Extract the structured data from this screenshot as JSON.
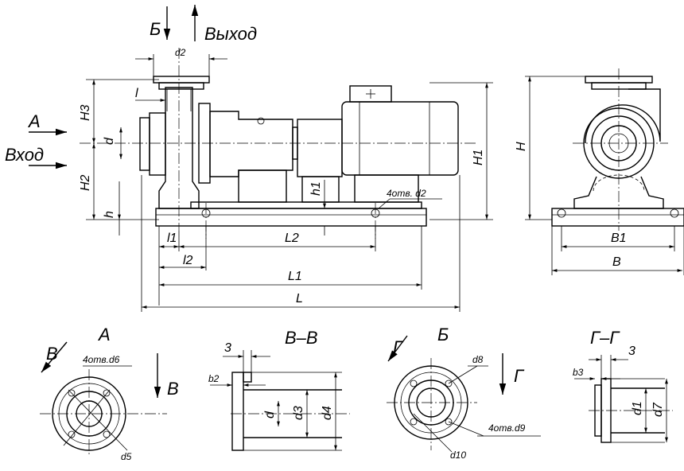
{
  "main_view": {
    "outlet_view_letter": "Б",
    "outlet_label": "Выход",
    "inlet_view_letter": "А",
    "inlet_label": "Вход",
    "dims": {
      "d2": "d2",
      "l": "l",
      "H3": "H3",
      "d": "d",
      "H2": "H2",
      "h": "h",
      "H1": "H1",
      "h1": "h1",
      "holes": "4отв. d2",
      "l1": "l1",
      "L2": "L2",
      "l2": "l2",
      "L1": "L1",
      "L": "L"
    }
  },
  "side_view": {
    "H": "H",
    "B1": "B1",
    "B": "B"
  },
  "view_A": {
    "title": "А",
    "section_letter": "В",
    "holes": "4отв.d6",
    "d5": "d5",
    "arrow_letter": "В"
  },
  "section_BB": {
    "title": "В–В",
    "dim3": "3",
    "b2": "b2",
    "d": "d",
    "d3": "d3",
    "d4": "d4"
  },
  "view_B": {
    "title": "Б",
    "section_letter": "Г",
    "d8": "d8",
    "arrow_letter": "Г",
    "holes": "4отв.d9",
    "d10": "d10"
  },
  "section_GG": {
    "title": "Г–Г",
    "dim3": "3",
    "b3": "b3",
    "d1": "d1",
    "d7": "d7"
  }
}
